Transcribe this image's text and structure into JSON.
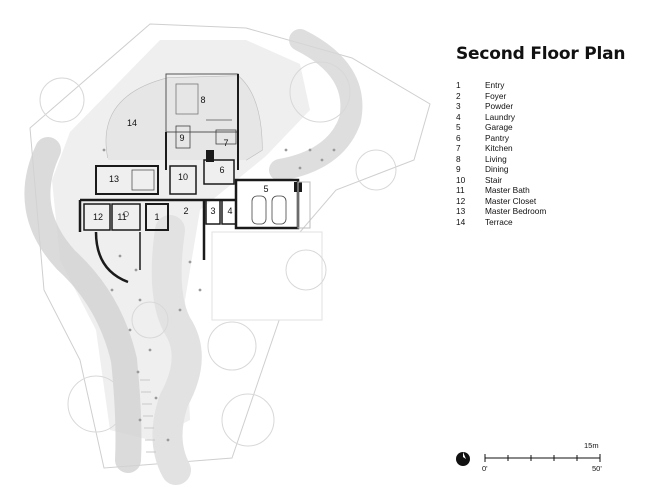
{
  "title": "Second Floor Plan",
  "legend": [
    {
      "num": "1",
      "name": "Entry"
    },
    {
      "num": "2",
      "name": "Foyer"
    },
    {
      "num": "3",
      "name": "Powder"
    },
    {
      "num": "4",
      "name": "Laundry"
    },
    {
      "num": "5",
      "name": "Garage"
    },
    {
      "num": "6",
      "name": "Pantry"
    },
    {
      "num": "7",
      "name": "Kitchen"
    },
    {
      "num": "8",
      "name": "Living"
    },
    {
      "num": "9",
      "name": "Dining"
    },
    {
      "num": "10",
      "name": "Stair"
    },
    {
      "num": "11",
      "name": "Master Bath"
    },
    {
      "num": "12",
      "name": "Master Closet"
    },
    {
      "num": "13",
      "name": "Master Bedroom"
    },
    {
      "num": "14",
      "name": "Terrace"
    }
  ],
  "scale": {
    "metric": "15m",
    "zero": "0'",
    "imperial": "50'"
  },
  "colors": {
    "ink": "#1a1a1a",
    "site_gray": "#e6e6e6",
    "line_gray": "#bdbdbd"
  }
}
